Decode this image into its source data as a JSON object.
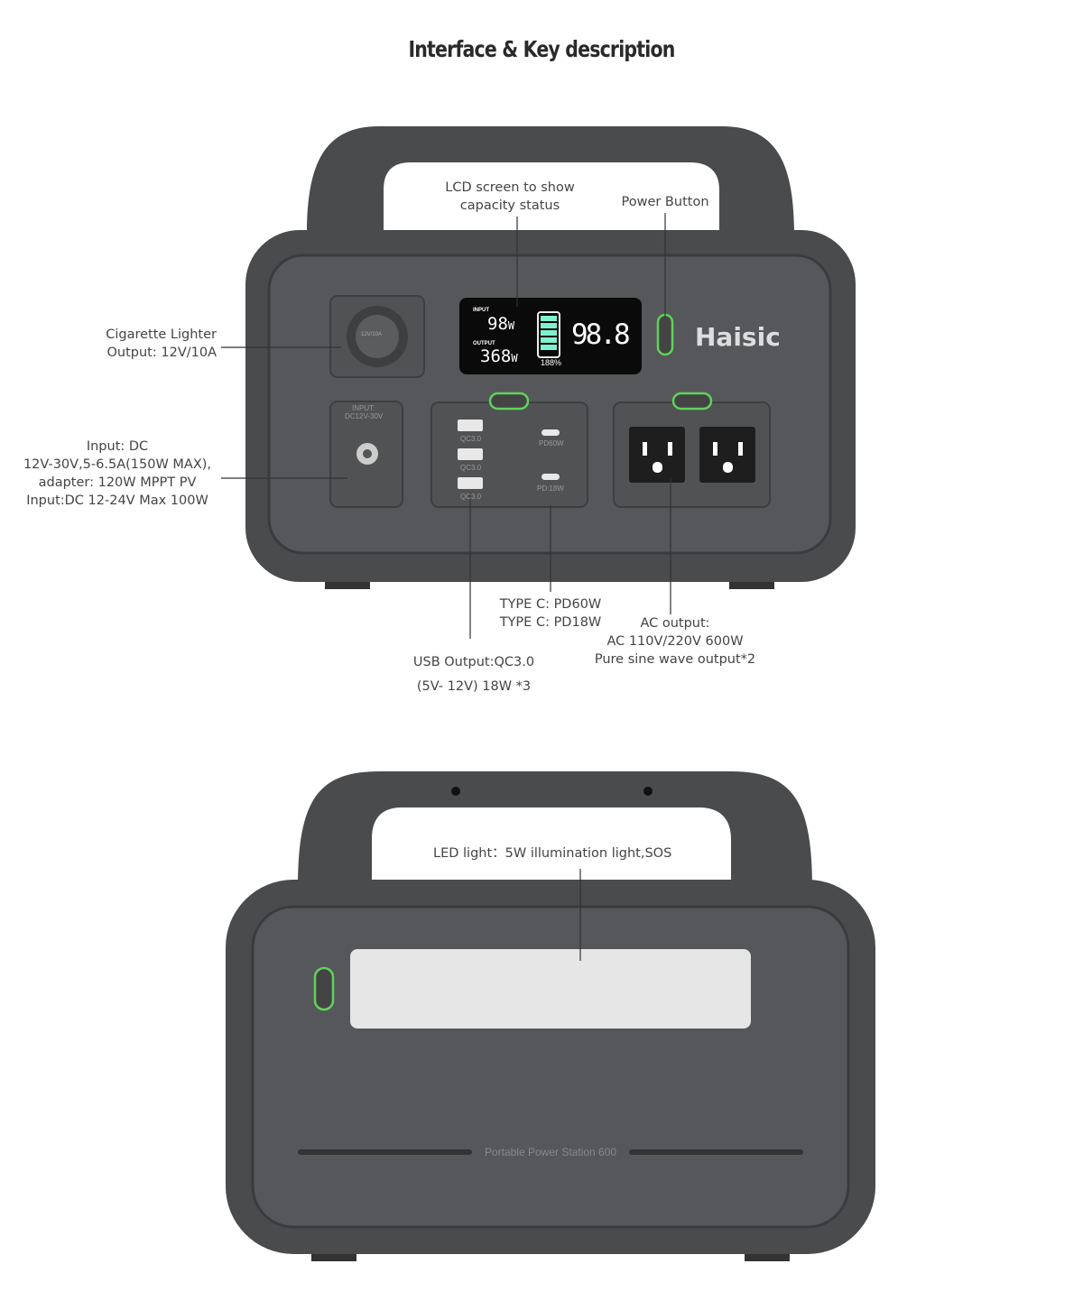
{
  "title": "Interface & Key description",
  "brand": "Haisic",
  "lcd": {
    "input_label": "INPUT",
    "input_value": "98",
    "input_unit": "W",
    "output_label": "OUTPUT",
    "output_value": "368",
    "output_unit": "W",
    "percent": "188%",
    "big_value": "98.8",
    "battery_color": "#7ff0d0"
  },
  "panel": {
    "cig_label": "12V/10A",
    "dc_label_1": "INPUT:",
    "dc_label_2": "DC12V-30V",
    "usb": [
      "QC3.0",
      "QC3.0",
      "QC3.0"
    ],
    "typec": [
      "PD60W",
      "PD:18W"
    ]
  },
  "callouts": {
    "lcd": [
      "LCD screen to show",
      "capacity status"
    ],
    "power": "Power Button",
    "cig": [
      "Cigarette Lighter",
      "Output: 12V/10A"
    ],
    "dc": [
      "Input: DC",
      "12V-30V,5-6.5A(150W MAX),",
      "adapter: 120W MPPT PV",
      "Input:DC 12-24V Max 100W"
    ],
    "typec": [
      "TYPE C: PD60W",
      "TYPE C: PD18W"
    ],
    "ac": [
      "AC output:",
      "AC 110V/220V 600W",
      "Pure sine wave output*2"
    ],
    "usb": [
      "USB Output:QC3.0",
      "(5V- 12V) 18W *3"
    ],
    "led": "LED light：5W illumination light,SOS"
  },
  "back": {
    "model": "Portable Power Station 600"
  },
  "colors": {
    "body": "#4a4b4d",
    "accent_green": "#5fd35a"
  }
}
